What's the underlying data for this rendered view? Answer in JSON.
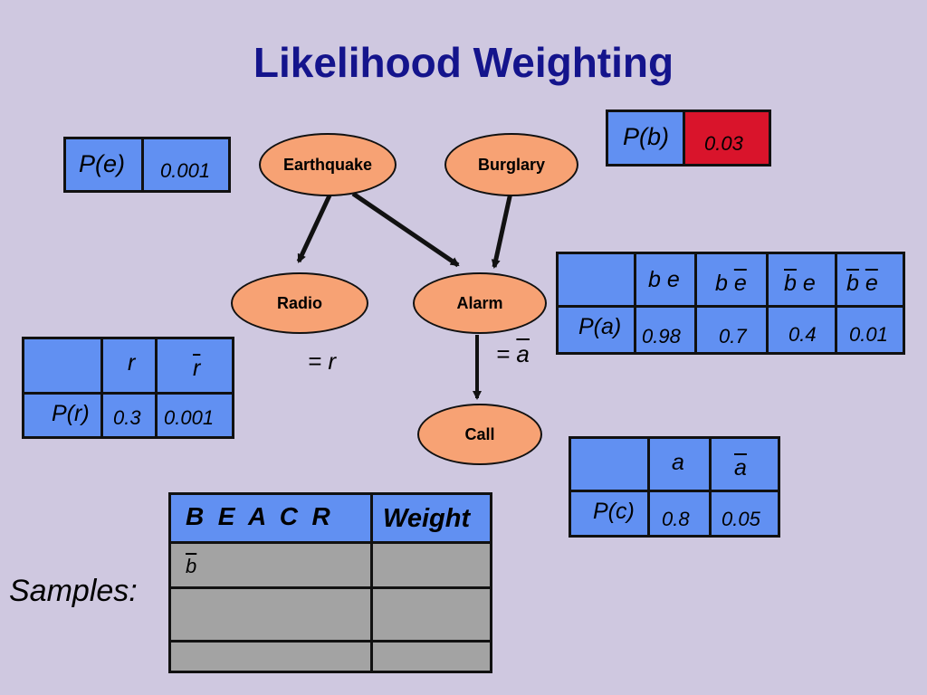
{
  "title": "Likelihood Weighting",
  "nodes": {
    "earthquake": "Earthquake",
    "burglary": "Burglary",
    "radio": "Radio",
    "alarm": "Alarm",
    "call": "Call"
  },
  "evidence_notes": {
    "radio": "= r",
    "alarm_prefix": "= ",
    "alarm_value": "a"
  },
  "p_e": {
    "label": "P(e)",
    "value": "0.001"
  },
  "p_b": {
    "label": "P(b)",
    "value": "0.03",
    "value_color": "#d9142b"
  },
  "p_r": {
    "headers": [
      "r",
      "r"
    ],
    "row_label": "P(r)",
    "values": [
      "0.3",
      "0.001"
    ]
  },
  "p_a": {
    "headers": [
      {
        "b": "b",
        "e": "e"
      },
      {
        "b": "b",
        "e": "e"
      },
      {
        "b": "b",
        "e": "e"
      },
      {
        "b": "b",
        "e": "e"
      }
    ],
    "row_label": "P(a)",
    "values": [
      "0.98",
      "0.7",
      "0.4",
      "0.01"
    ]
  },
  "p_c": {
    "headers": [
      "a",
      "a"
    ],
    "row_label": "P(c)",
    "values": [
      "0.8",
      "0.05"
    ]
  },
  "samples": {
    "label": "Samples:",
    "columns": "B  E  A  C  R",
    "weight_header": "Weight",
    "rows": [
      {
        "assignment": "b",
        "weight": ""
      },
      {
        "assignment": "",
        "weight": ""
      },
      {
        "assignment": "",
        "weight": ""
      }
    ]
  }
}
